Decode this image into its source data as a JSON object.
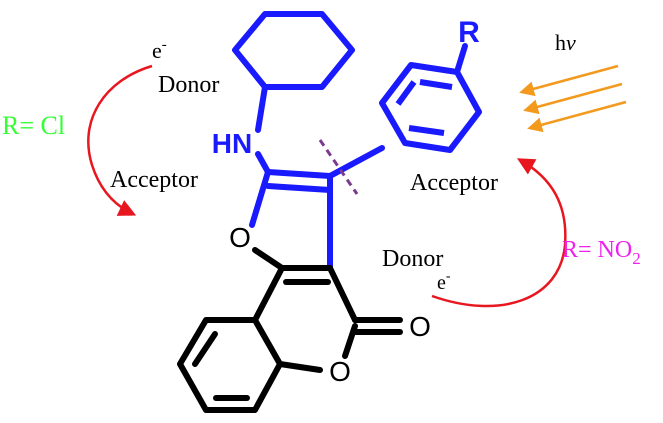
{
  "labels": {
    "e_top": "e",
    "e_top_sup": "-",
    "donor_left": "Donor",
    "acceptor_left": "Acceptor",
    "r_cl": "R= Cl",
    "hv_h": "h",
    "hv_v": "v",
    "acceptor_right": "Acceptor",
    "donor_right": "Donor",
    "e_bottom": "e",
    "e_bottom_sup": "-",
    "r_no2_prefix": "R= NO",
    "r_no2_sub": "2"
  },
  "atoms": {
    "r_group": "R",
    "nh": "HN",
    "o_furan": "O",
    "o_carbonyl": "O",
    "o_ring": "O"
  },
  "colors": {
    "blue": "#1a1aff",
    "black": "#000000",
    "red": "#e8161f",
    "green": "#33ff33",
    "magenta": "#ee22ee",
    "orange": "#f39a1e",
    "purple": "#7a3a8e"
  }
}
